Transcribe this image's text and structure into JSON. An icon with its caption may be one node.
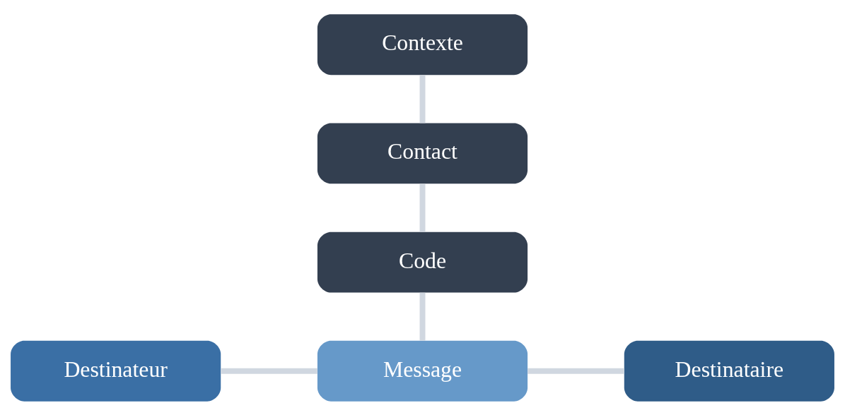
{
  "diagram": {
    "nodes": [
      {
        "text": [
          "Contexte"
        ]
      },
      {
        "text": [
          "Contact"
        ]
      },
      {
        "text": [
          "Code"
        ]
      },
      {
        "text": [
          "Destinateur"
        ]
      },
      {
        "text": [
          "Message"
        ]
      },
      {
        "text": [
          "Destinataire"
        ]
      }
    ],
    "edges": [
      {
        "from": 0,
        "to": 1,
        "arrow": "none"
      },
      {
        "from": 1,
        "to": 2,
        "arrow": "none"
      },
      {
        "from": 2,
        "to": 4,
        "arrow": "none"
      },
      {
        "from": 3,
        "to": 4,
        "arrow": "none"
      },
      {
        "from": 4,
        "to": 5,
        "arrow": "none"
      }
    ]
  }
}
